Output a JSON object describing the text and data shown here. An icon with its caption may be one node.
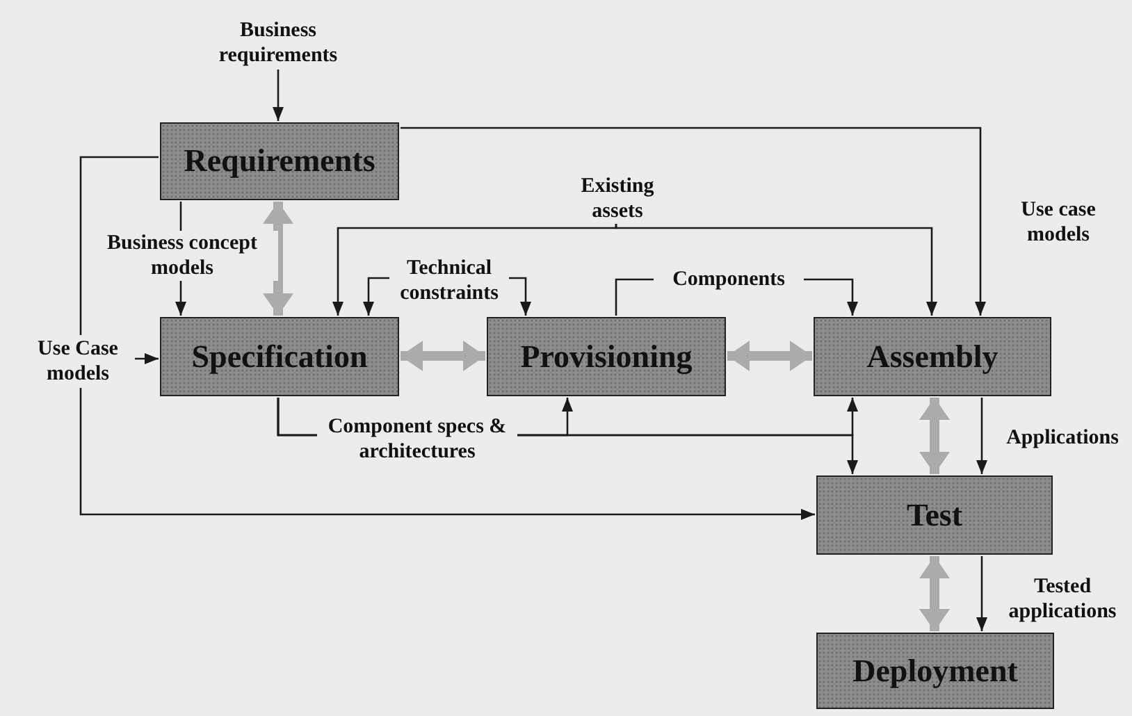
{
  "diagram": {
    "nodes": [
      {
        "text": [
          "Requirements"
        ]
      },
      {
        "text": [
          "Specification"
        ]
      },
      {
        "text": [
          "Provisioning"
        ]
      },
      {
        "text": [
          "Assembly"
        ]
      },
      {
        "text": [
          "Test"
        ]
      },
      {
        "text": [
          "Deployment"
        ]
      },
      {
        "text": [
          "Use Case models"
        ]
      },
      {
        "text": [
          "Existing assets"
        ]
      },
      {
        "text": [
          "Technical constraints"
        ]
      },
      {
        "text": [
          "Business requirements"
        ]
      }
    ],
    "edges": [
      {
        "from": 9,
        "to": 0,
        "arrow": "to"
      },
      {
        "from": 0,
        "to": 1,
        "arrow": "to",
        "label": "Business concept models"
      },
      {
        "from": 0,
        "to": 6,
        "arrow": "none"
      },
      {
        "from": 6,
        "to": 1,
        "arrow": "to"
      },
      {
        "from": 6,
        "to": 4,
        "arrow": "to"
      },
      {
        "from": 0,
        "to": 3,
        "arrow": "to",
        "label": "Use case models"
      },
      {
        "from": 7,
        "to": 1,
        "arrow": "to"
      },
      {
        "from": 7,
        "to": 3,
        "arrow": "to"
      },
      {
        "from": 8,
        "to": 1,
        "arrow": "to"
      },
      {
        "from": 8,
        "to": 2,
        "arrow": "to"
      },
      {
        "from": 2,
        "to": 3,
        "arrow": "to",
        "label": "Components"
      },
      {
        "from": 1,
        "to": 2,
        "arrow": "to",
        "label": "Component specs & architectures"
      },
      {
        "from": 1,
        "to": 3,
        "arrow": "to"
      },
      {
        "from": 1,
        "to": 4,
        "arrow": "to"
      },
      {
        "from": 3,
        "to": 4,
        "arrow": "to",
        "label": "Applications"
      },
      {
        "from": 4,
        "to": 5,
        "arrow": "to",
        "label": "Tested applications"
      },
      {
        "from": 0,
        "to": 1,
        "arrow": "both",
        "style": "thick",
        "color": "#ababab"
      },
      {
        "from": 1,
        "to": 2,
        "arrow": "both",
        "style": "thick",
        "color": "#ababab"
      },
      {
        "from": 2,
        "to": 3,
        "arrow": "both",
        "style": "thick",
        "color": "#ababab"
      },
      {
        "from": 3,
        "to": 4,
        "arrow": "both",
        "style": "thick",
        "color": "#ababab"
      },
      {
        "from": 4,
        "to": 5,
        "arrow": "both",
        "style": "thick",
        "color": "#ababab"
      }
    ]
  }
}
